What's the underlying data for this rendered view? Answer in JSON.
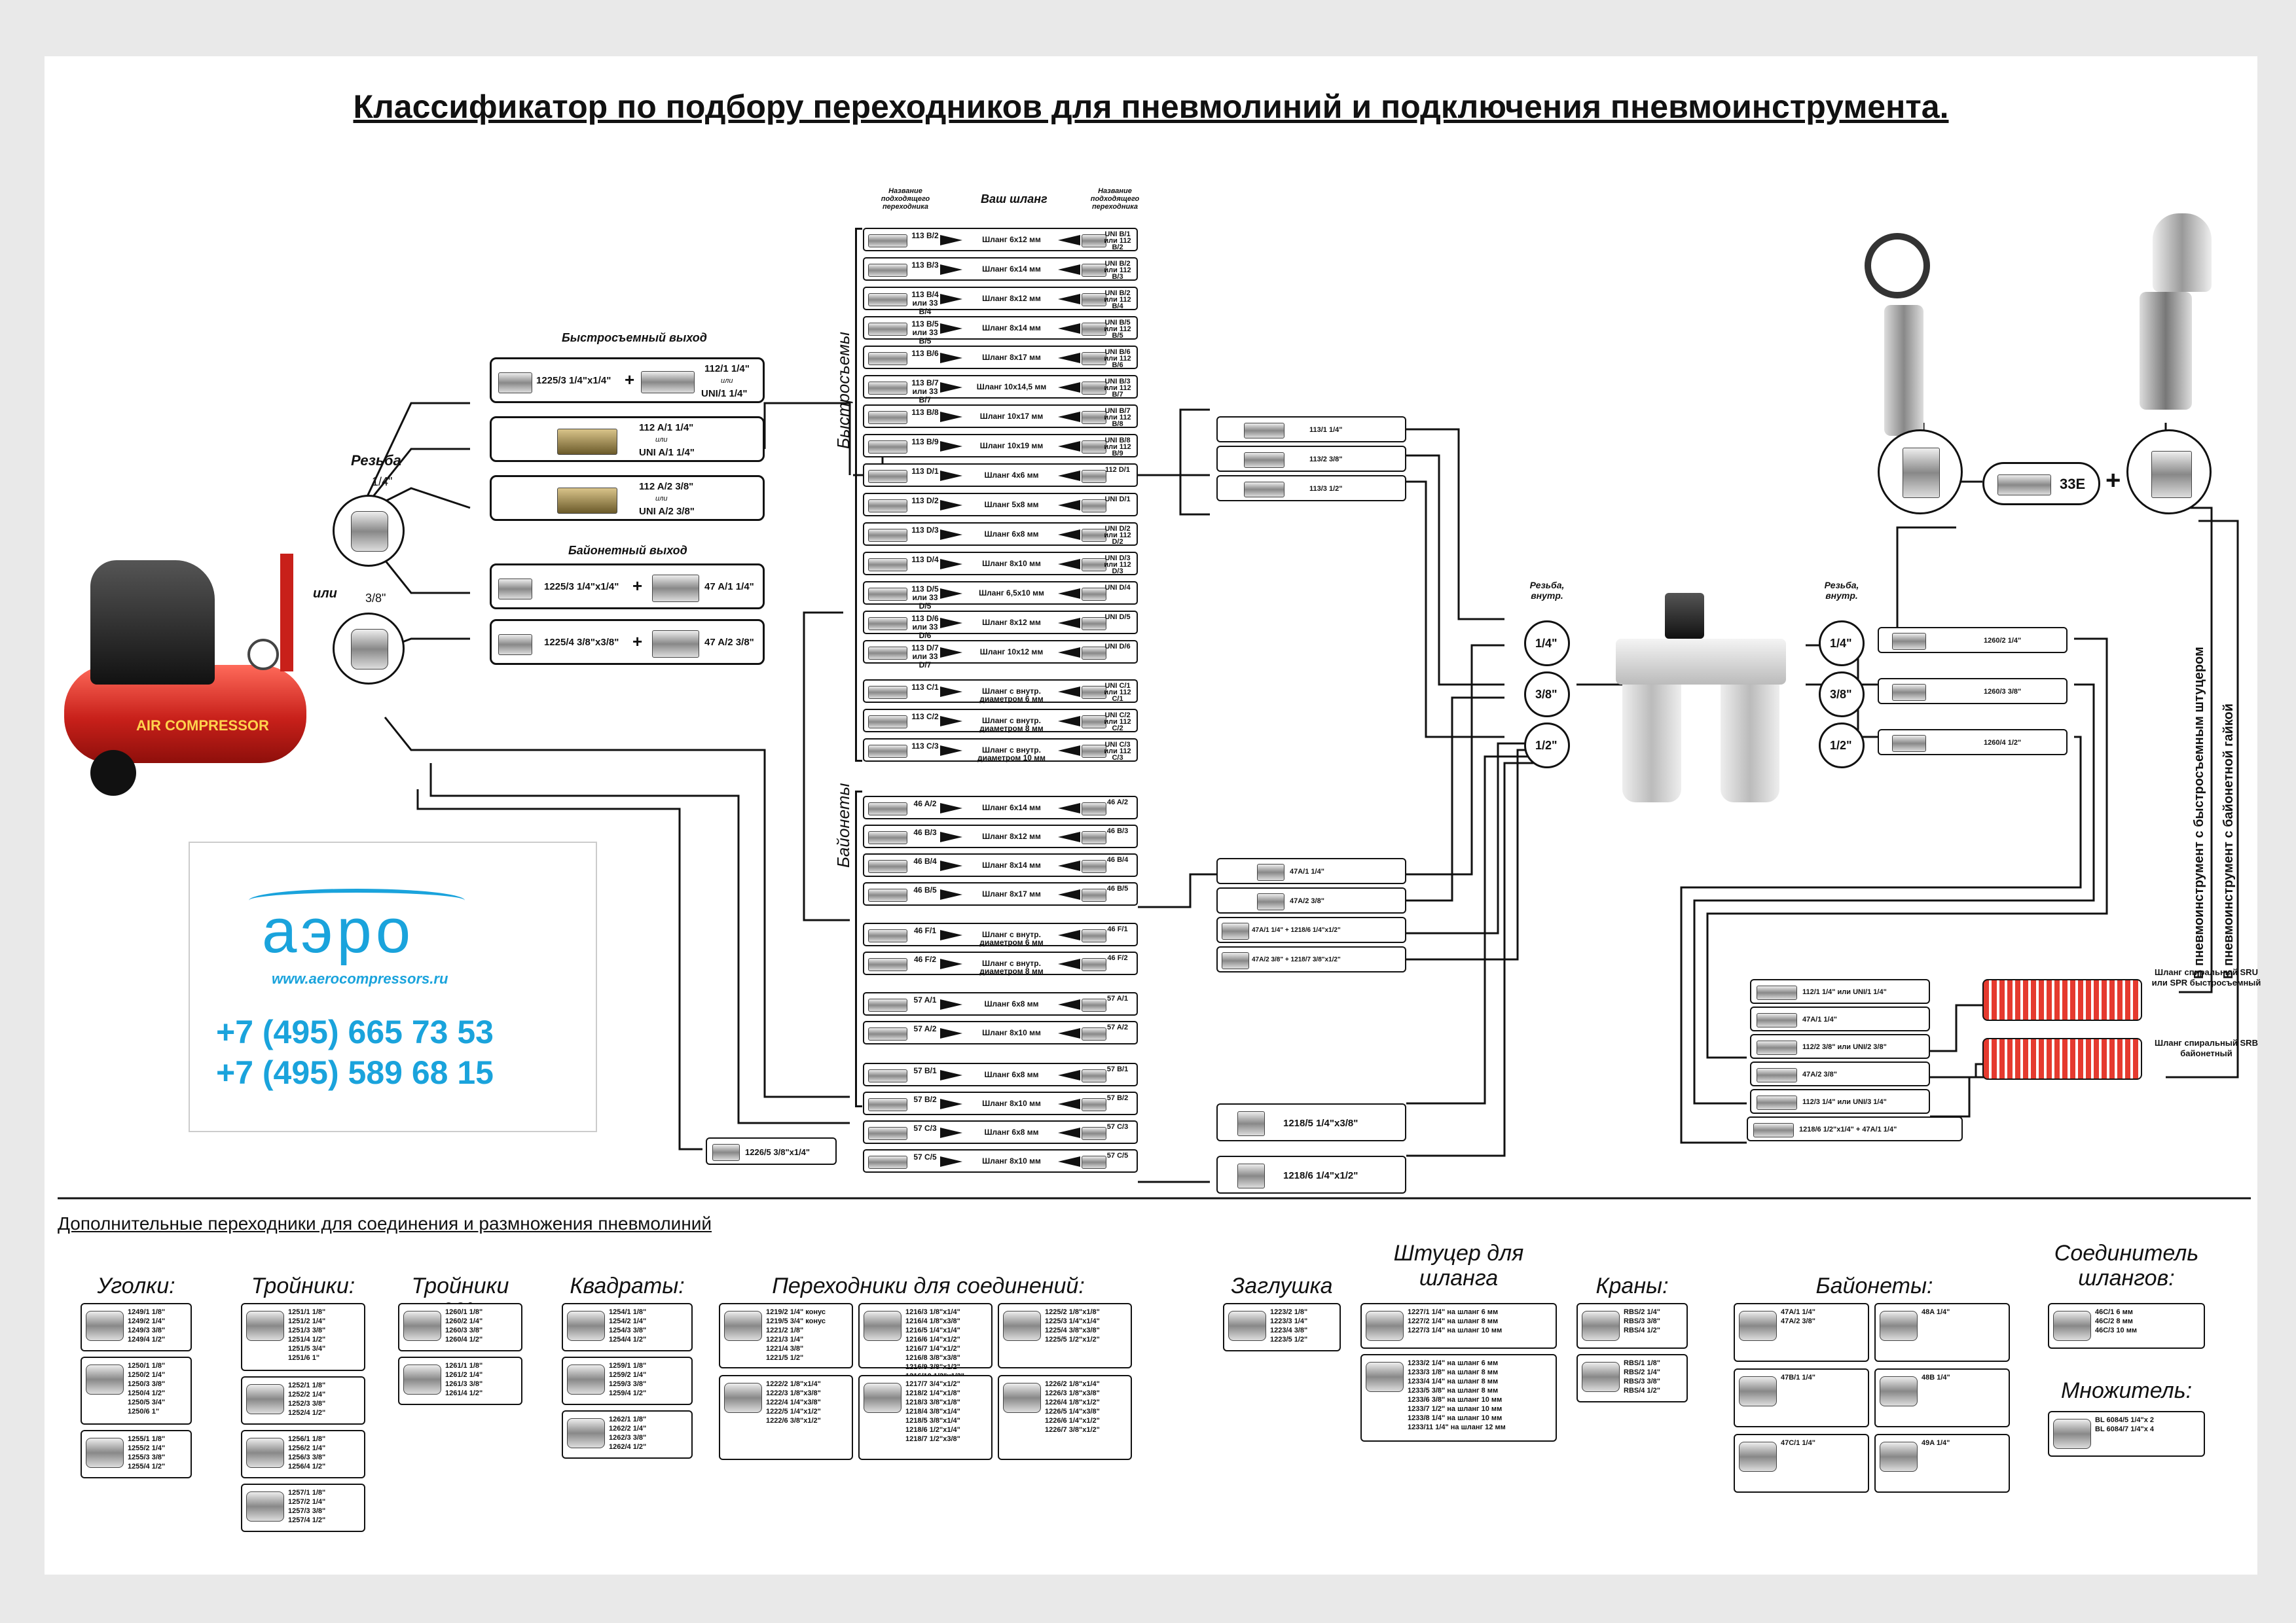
{
  "title": "Классификатор по подбору переходников для пневмолиний и подключения пневмоинструмента.",
  "column_headers": {
    "left": "Название подходящего переходника",
    "center": "Ваш шланг",
    "right": "Название подходящего переходника"
  },
  "quick_outlet_label": "Быстросъемный выход",
  "bayonet_outlet_label": "Байонетный выход",
  "thread_label": "Резьба",
  "size_14": "1/4\"",
  "size_38": "3/8\"",
  "or_label": "или",
  "compressor_label": "AIR COMPRESSOR",
  "outlets": [
    {
      "left": "1225/3 1/4\"x1/4\"",
      "plus": "+",
      "right": "112/1 1/4\"",
      "or": "или",
      "right2": "UNI/1 1/4\""
    },
    {
      "left": "",
      "plus": "",
      "right": "112 A/1 1/4\"",
      "or": "или",
      "right2": "UNI A/1 1/4\""
    },
    {
      "left": "",
      "plus": "",
      "right": "112 A/2 3/8\"",
      "or": "или",
      "right2": "UNI A/2 3/8\""
    },
    {
      "left": "1225/3 1/4\"x1/4\"",
      "plus": "+",
      "right": "47 A/1 1/4\"",
      "or": "",
      "right2": ""
    },
    {
      "left": "1225/4 3/8\"x3/8\"",
      "plus": "+",
      "right": "47 A/2 3/8\"",
      "or": "",
      "right2": ""
    }
  ],
  "group_quick": "Быстросъемы",
  "group_bayonet": "Байонеты",
  "rows_quick": [
    {
      "code": "113 B/2",
      "hose": "Шланг 6х12 мм",
      "right": "UNI B/1 или 112 B/2"
    },
    {
      "code": "113 B/3",
      "hose": "Шланг 6х14 мм",
      "right": "UNI B/2 или 112 B/3"
    },
    {
      "code": "113 B/4 или 33 B/4",
      "hose": "Шланг 8х12 мм",
      "right": "UNI B/2 или 112 B/4"
    },
    {
      "code": "113 B/5 или 33 B/5",
      "hose": "Шланг 8х14 мм",
      "right": "UNI B/5 или 112 B/5"
    },
    {
      "code": "113 B/6",
      "hose": "Шланг 8х17 мм",
      "right": "UNI B/6 или 112 B/6"
    },
    {
      "code": "113 B/7 или 33 B/7",
      "hose": "Шланг 10х14,5 мм",
      "right": "UNI B/3 или 112 B/7"
    },
    {
      "code": "113 B/8",
      "hose": "Шланг 10х17 мм",
      "right": "UNI B/7 или 112 B/8"
    },
    {
      "code": "113 B/9",
      "hose": "Шланг 10х19 мм",
      "right": "UNI B/8 или 112 B/9"
    },
    {
      "code": "113 D/1",
      "hose": "Шланг 4х6 мм",
      "right": "112 D/1"
    },
    {
      "code": "113 D/2",
      "hose": "Шланг 5х8 мм",
      "right": "UNI D/1"
    },
    {
      "code": "113 D/3",
      "hose": "Шланг 6х8 мм",
      "right": "UNI D/2 или 112 D/2"
    },
    {
      "code": "113 D/4",
      "hose": "Шланг 8х10 мм",
      "right": "UNI D/3 или 112 D/3"
    },
    {
      "code": "113 D/5 или 33 D/5",
      "hose": "Шланг 6,5х10 мм",
      "right": "UNI D/4"
    },
    {
      "code": "113 D/6 или 33 D/6",
      "hose": "Шланг 8х12 мм",
      "right": "UNI D/5"
    },
    {
      "code": "113 D/7 или 33 D/7",
      "hose": "Шланг 10х12 мм",
      "right": "UNI D/6"
    },
    {
      "code": "113 C/1",
      "hose": "Шланг с внутр. диаметром 6 мм",
      "right": "UNI C/1 или 112 C/1"
    },
    {
      "code": "113 C/2",
      "hose": "Шланг с внутр. диаметром 8 мм",
      "right": "UNI C/2 или 112 C/2"
    },
    {
      "code": "113 C/3",
      "hose": "Шланг с внутр. диаметром 10 мм",
      "right": "UNI C/3 или 112 C/3"
    }
  ],
  "rows_bayonet": [
    {
      "code": "46 A/2",
      "hose": "Шланг 6х14 мм",
      "right": "46 A/2"
    },
    {
      "code": "46 B/3",
      "hose": "Шланг 8х12 мм",
      "right": "46 B/3"
    },
    {
      "code": "46 B/4",
      "hose": "Шланг 8х14 мм",
      "right": "46 B/4"
    },
    {
      "code": "46 B/5",
      "hose": "Шланг 8х17 мм",
      "right": "46 B/5"
    },
    {
      "code": "46 F/1",
      "hose": "Шланг с внутр. диаметром 6 мм",
      "right": "46 F/1"
    },
    {
      "code": "46 F/2",
      "hose": "Шланг с внутр. диаметром 8 мм",
      "right": "46 F/2"
    },
    {
      "code": "57 A/1",
      "hose": "Шланг 6х8 мм",
      "right": "57 A/1"
    },
    {
      "code": "57 A/2",
      "hose": "Шланг 8х10 мм",
      "right": "57 A/2"
    }
  ],
  "rows_extra": [
    {
      "code": "57 B/1",
      "hose": "Шланг 6х8 мм",
      "right": "57 B/1"
    },
    {
      "code": "57 B/2",
      "hose": "Шланг 8х10 мм",
      "right": "57 B/2"
    },
    {
      "code": "57 C/3",
      "hose": "Шланг 6х8 мм",
      "right": "57 C/3"
    },
    {
      "code": "57 C/5",
      "hose": "Шланг 8х10 мм",
      "right": "57 C/5"
    }
  ],
  "adapter_1226": "1226/5   3/8\"x1/4\"",
  "mid_quick": [
    "113/1 1/4\"",
    "113/2 3/8\"",
    "113/3 1/2\""
  ],
  "mid_bayonet": [
    "47A/1 1/4\"",
    "47A/2 3/8\"",
    "47A/1 1/4\"  +  1218/6 1/4\"x1/2\"",
    "47A/2 3/8\"  +  1218/7 3/8\"x1/2\""
  ],
  "mid_adapters": [
    "1218/5   1/4\"x3/8\"",
    "1218/6   1/4\"x1/2\""
  ],
  "thread_inner_label": "Резьба, внутр.",
  "thread_sizes": [
    "1/4\"",
    "3/8\"",
    "1/2\""
  ],
  "right_fittings": [
    "1260/2 1/4\"",
    "1260/3 3/8\"",
    "1260/4 1/2\""
  ],
  "right_stack": [
    "112/1 1/4\" или UNI/1 1/4\"",
    "47A/1 1/4\"",
    "112/2 3/8\" или UNI/2 3/8\"",
    "47A/2 3/8\"",
    "112/3 1/4\" или UNI/3 1/4\"",
    "1218/6 1/2\"x1/4\"  +  47A/1 1/4\""
  ],
  "spiral_quick": "Шланг спиральный SRU или SPR быстросъемный",
  "spiral_bayonet": "Шланг спиральный SRB байонетный",
  "vertical_quick": "В пневмоинструмент с быстросъемным штуцером",
  "vertical_bayonet": "В пневмоинструмент с байонетной гайкой",
  "tool_link": "33E",
  "plus": "+",
  "logo_text": "аэро",
  "website": "www.aerocompressors.ru",
  "phone1": "+7 (495) 665 73 53",
  "phone2": "+7 (495) 589 68 15",
  "extra_title": "Дополнительные переходники для соединения и размножения пневмолиний",
  "sections": [
    {
      "title": "Уголки:",
      "groups": [
        [
          "1249/1 1/8\"",
          "1249/2 1/4\"",
          "1249/3 3/8\"",
          "1249/4 1/2\""
        ],
        [
          "1250/1 1/8\"",
          "1250/2 1/4\"",
          "1250/3 3/8\"",
          "1250/4 1/2\"",
          "1250/5 3/4\"",
          "1250/6     1\""
        ],
        [
          "1255/1 1/8\"",
          "1255/2 1/4\"",
          "1255/3 3/8\"",
          "1255/4 1/2\""
        ]
      ]
    },
    {
      "title": "Тройники:",
      "groups": [
        [
          "1251/1 1/8\"",
          "1251/2 1/4\"",
          "1251/3 3/8\"",
          "1251/4 1/2\"",
          "1251/5 3/4\"",
          "1251/6     1\""
        ],
        [
          "1252/1 1/8\"",
          "1252/2 1/4\"",
          "1252/3 3/8\"",
          "1252/4 1/2\""
        ],
        [
          "1256/1 1/8\"",
          "1256/2 1/4\"",
          "1256/3 3/8\"",
          "1256/4 1/2\""
        ],
        [
          "1257/1 1/8\"",
          "1257/2 1/4\"",
          "1257/3 3/8\"",
          "1257/4 1/2\""
        ]
      ]
    },
    {
      "title": "Тройники 60°:",
      "groups": [
        [
          "1260/1 1/8\"",
          "1260/2 1/4\"",
          "1260/3 3/8\"",
          "1260/4 1/2\""
        ],
        [
          "1261/1 1/8\"",
          "1261/2 1/4\"",
          "1261/3 3/8\"",
          "1261/4 1/2\""
        ]
      ]
    },
    {
      "title": "Квадраты:",
      "groups": [
        [
          "1254/1 1/8\"",
          "1254/2 1/4\"",
          "1254/3 3/8\"",
          "1254/4 1/2\""
        ],
        [
          "1259/1 1/8\"",
          "1259/2 1/4\"",
          "1259/3 3/8\"",
          "1259/4 1/2\""
        ],
        [
          "1262/1 1/8\"",
          "1262/2 1/4\"",
          "1262/3 3/8\"",
          "1262/4 1/2\""
        ]
      ]
    },
    {
      "title": "Переходники для соединений:",
      "groups": [
        [
          "1219/2 1/4\" конус",
          "1219/5 3/4\" конус",
          "1221/2 1/8\"",
          "1221/3 1/4\"",
          "1221/4 3/8\"",
          "1221/5 1/2\""
        ],
        [
          "1216/3 1/8\"x1/4\"",
          "1216/4 1/8\"x3/8\"",
          "1216/5 1/4\"x1/4\"",
          "1216/6 1/4\"x1/2\"",
          "1216/7 1/4\"x1/2\"",
          "1216/8 3/8\"x3/8\"",
          "1216/9 3/8\"x1/2\"",
          "1216/10 1/2\"x1/2\""
        ],
        [
          "1225/2 1/8\"x1/8\"",
          "1225/3 1/4\"x1/4\"",
          "1225/4 3/8\"x3/8\"",
          "1225/5 1/2\"x1/2\""
        ],
        [
          "1222/2 1/8\"x1/4\"",
          "1222/3 1/8\"x3/8\"",
          "1222/4 1/4\"x3/8\"",
          "1222/5 1/4\"x1/2\"",
          "1222/6 3/8\"x1/2\""
        ],
        [
          "1217/7 3/4\"x1/2\"",
          "1218/2 1/4\"x1/8\"",
          "1218/3 3/8\"x1/8\"",
          "1218/4 3/8\"x1/4\"",
          "1218/5 3/8\"x1/4\"",
          "1218/6 1/2\"x1/4\"",
          "1218/7 1/2\"x3/8\""
        ],
        [
          "1226/2 1/8\"x1/4\"",
          "1226/3 1/8\"x3/8\"",
          "1226/4 1/8\"x1/2\"",
          "1226/5 1/4\"x3/8\"",
          "1226/6 1/4\"x1/2\"",
          "1226/7 3/8\"x1/2\""
        ]
      ]
    },
    {
      "title": "Заглушка",
      "groups": [
        [
          "1223/2 1/8\"",
          "1223/3 1/4\"",
          "1223/4 3/8\"",
          "1223/5 1/2\""
        ]
      ]
    },
    {
      "title": "Штуцер для шланга",
      "groups": [
        [
          "1227/1 1/4\" на шланг 6 мм",
          "1227/2 1/4\" на шланг 8 мм",
          "1227/3 1/4\" на шланг 10 мм"
        ],
        [
          "1233/2 1/4\" на шланг 6 мм",
          "1233/3 1/8\" на шланг 8 мм",
          "1233/4 1/4\" на шланг 8 мм",
          "1233/5 3/8\" на шланг 8 мм",
          "1233/6 3/8\" на шланг 10 мм",
          "1233/7 1/2\" на шланг 10 мм",
          "1233/8 1/4\" на шланг 10 мм",
          "1233/11 1/4\" на шланг 12 мм"
        ]
      ]
    },
    {
      "title": "Краны:",
      "groups": [
        [
          "RBS/2 1/4\"",
          "RBS/3 3/8\"",
          "RBS/4 1/2\""
        ],
        [
          "RBS/1 1/8\"",
          "RBS/2 1/4\"",
          "RBS/3 3/8\"",
          "RBS/4 1/2\""
        ]
      ]
    },
    {
      "title": "Байонеты:",
      "groups": [
        [
          "47A/1 1/4\"",
          "47A/2 3/8\""
        ],
        [
          "47B/1 1/4\""
        ],
        [
          "47C/1 1/4\""
        ],
        [
          "48A 1/4\""
        ],
        [
          "48B 1/4\""
        ],
        [
          "49A 1/4\""
        ]
      ]
    },
    {
      "title": "Соединитель шлангов:",
      "groups": [
        [
          "46C/1 6 мм",
          "46C/2 8 мм",
          "46C/3 10 мм"
        ]
      ]
    },
    {
      "title": "Множитель:",
      "groups": [
        [
          "BL 6084/5 1/4\"x 2",
          "BL 6084/7 1/4\"x 4"
        ]
      ]
    }
  ]
}
